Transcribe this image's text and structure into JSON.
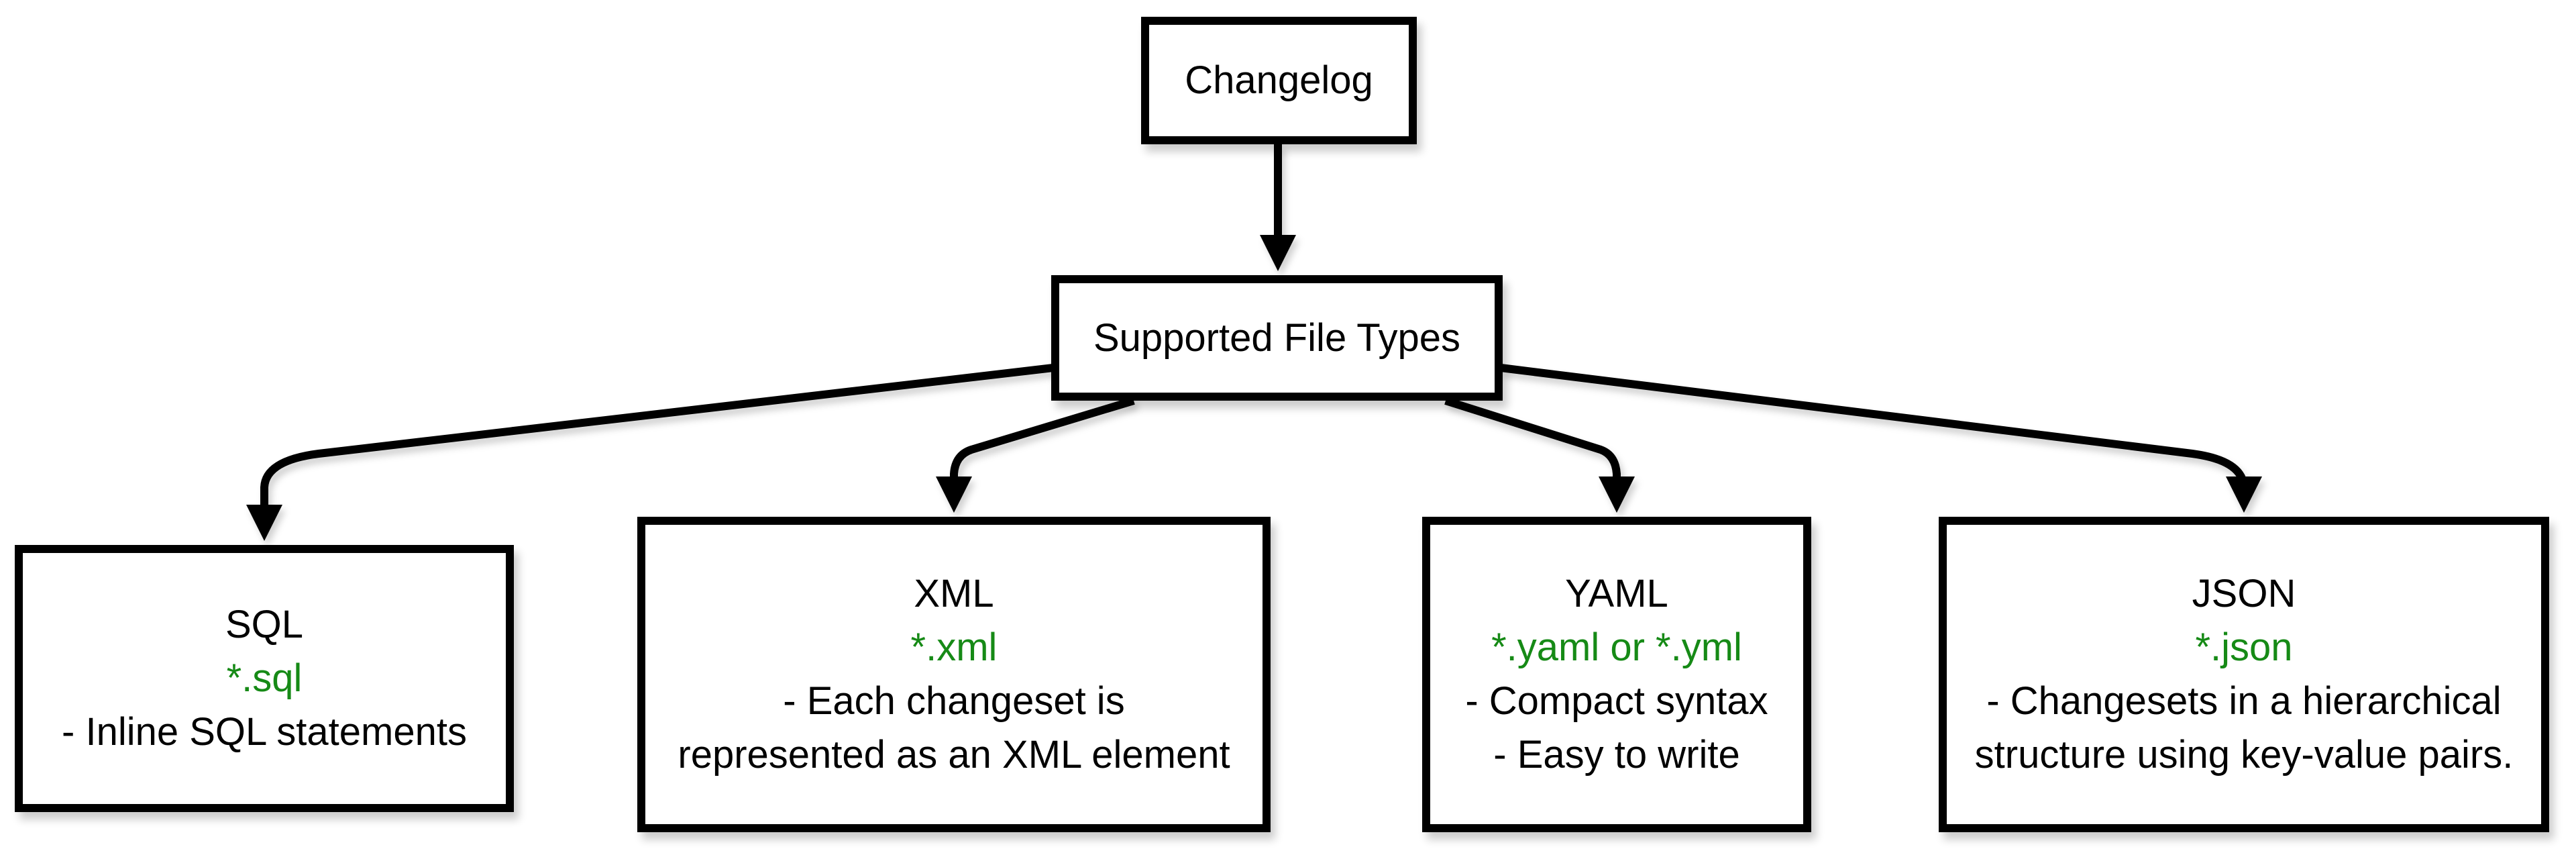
{
  "diagram": {
    "colors": {
      "file_pattern_green": "#168a16",
      "line_black": "#000000",
      "box_fill": "#ffffff",
      "background": "#ffffff"
    },
    "root": {
      "label": "Changelog"
    },
    "hub": {
      "label": "Supported File Types"
    },
    "file_types": [
      {
        "title": "SQL",
        "pattern": "*.sql",
        "description_lines": [
          "- Inline SQL statements"
        ]
      },
      {
        "title": "XML",
        "pattern": "*.xml",
        "description_lines": [
          "- Each changeset is",
          "represented as an XML element"
        ]
      },
      {
        "title": "YAML",
        "pattern": "*.yaml or *.yml",
        "description_lines": [
          "- Compact syntax",
          "- Easy to write"
        ]
      },
      {
        "title": "JSON",
        "pattern": "*.json",
        "description_lines": [
          "- Changesets in a hierarchical",
          "structure using key-value pairs."
        ]
      }
    ]
  }
}
